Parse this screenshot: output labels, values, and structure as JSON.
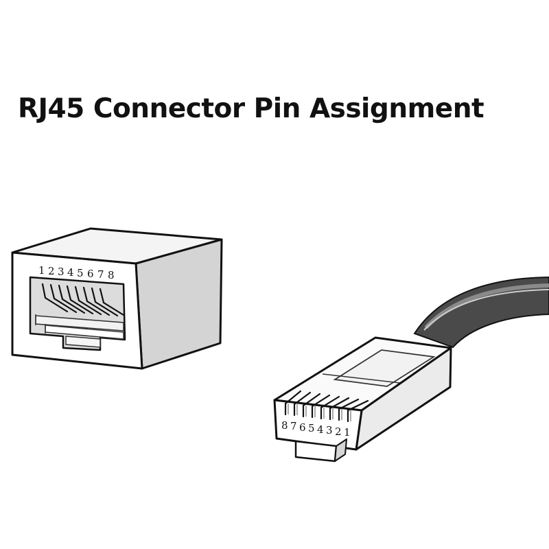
{
  "title": "RJ45 Connector Pin Assignment",
  "jack": {
    "pin_labels": [
      "1",
      "2",
      "3",
      "4",
      "5",
      "6",
      "7",
      "8"
    ]
  },
  "plug": {
    "pin_labels": [
      "8",
      "7",
      "6",
      "5",
      "4",
      "3",
      "2",
      "1"
    ]
  }
}
